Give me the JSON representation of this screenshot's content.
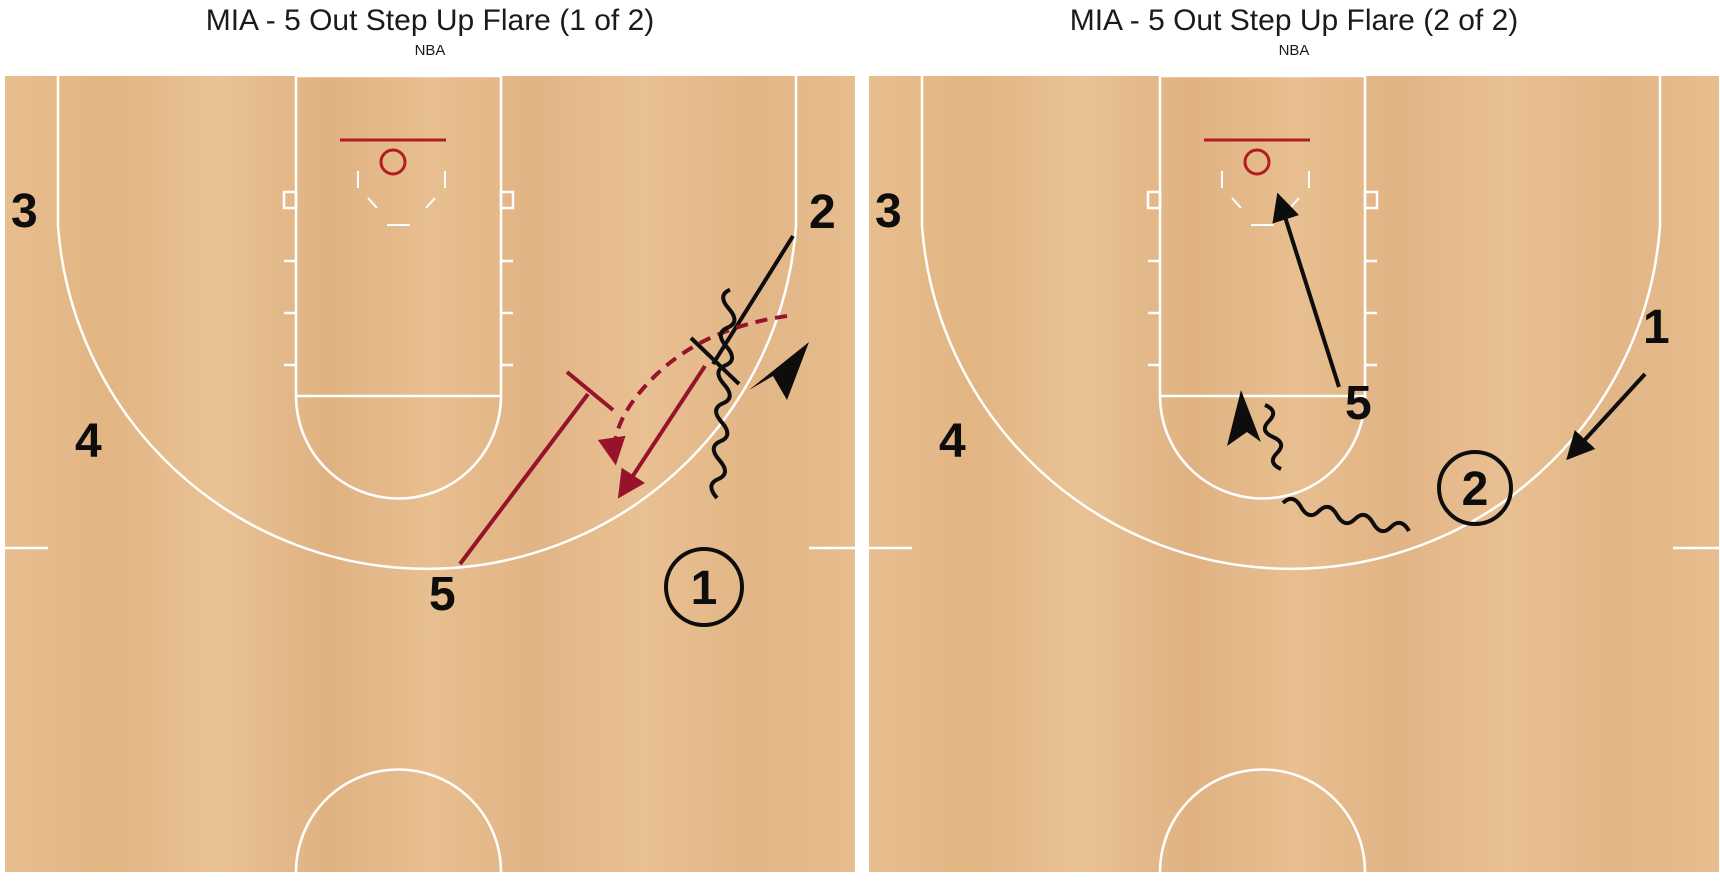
{
  "diagrams": [
    {
      "title": "MIA - 5 Out Step Up Flare (1 of 2)",
      "subtitle": "NBA",
      "players": {
        "p3": "3",
        "p4": "4",
        "p2": "2",
        "p5": "5",
        "p1": "1"
      }
    },
    {
      "title": "MIA - 5 Out Step Up Flare (2 of 2)",
      "subtitle": "NBA",
      "players": {
        "p3": "3",
        "p4": "4",
        "p1": "1",
        "p5": "5",
        "p2": "2"
      }
    }
  ],
  "colors": {
    "court_wood": "#e4b98a",
    "court_lines": "#ffffff",
    "rim": "#b01e23",
    "play_red": "#97132c",
    "play_black": "#0d0d0d"
  }
}
